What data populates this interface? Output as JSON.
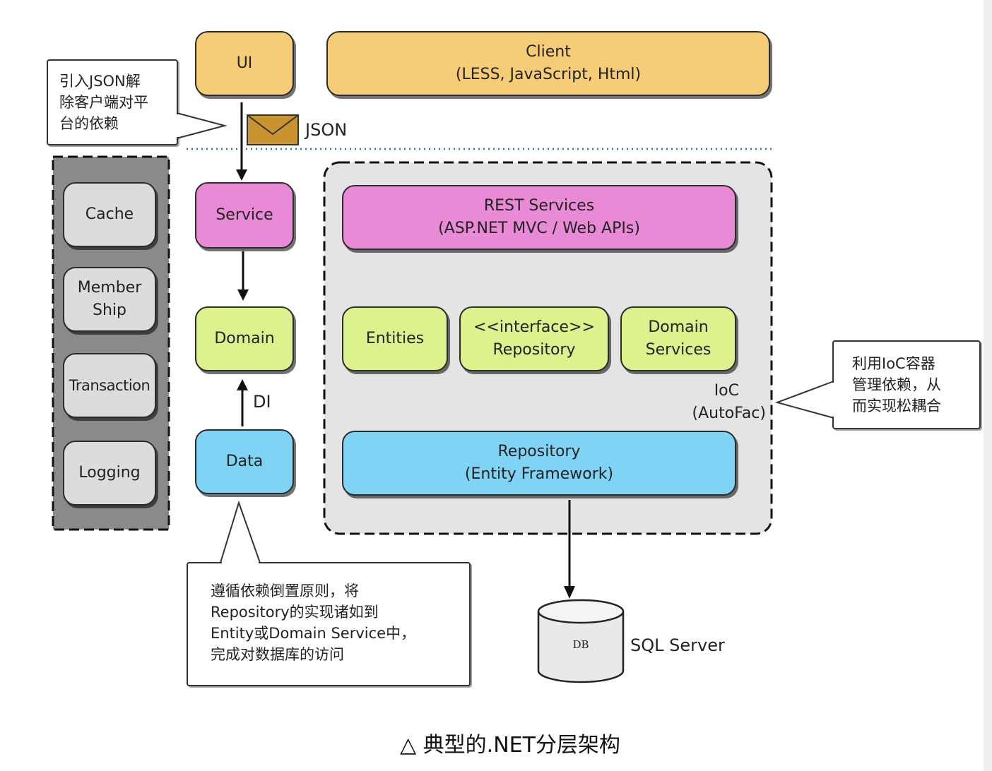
{
  "layers": {
    "ui": "UI",
    "client_line1": "Client",
    "client_line2": "(LESS, JavaScript, Html)",
    "service": "Service",
    "domain": "Domain",
    "data": "Data",
    "json_label": "JSON",
    "di_label": "DI"
  },
  "cross_cutting": [
    "Cache",
    "Member Ship",
    "Transaction",
    "Logging"
  ],
  "ioc_container": {
    "rest_line1": "REST Services",
    "rest_line2": "(ASP.NET MVC / Web APIs)",
    "entities": "Entities",
    "repo_iface_line1": "<<interface>>",
    "repo_iface_line2": "Repository",
    "domain_services_line1": "Domain",
    "domain_services_line2": "Services",
    "repo_impl_line1": "Repository",
    "repo_impl_line2": "(Entity Framework)",
    "ioc_line1": "IoC",
    "ioc_line2": "(AutoFac)"
  },
  "database": {
    "db_label": "DB",
    "name": "SQL Server"
  },
  "callouts": {
    "json": [
      "引入JSON解",
      "除客户端对平",
      "台的依赖"
    ],
    "ioc": [
      "利用IoC容器",
      "管理依赖，从",
      "而实现松耦合"
    ],
    "repository": [
      "遵循依赖倒置原则，将",
      "Repository的实现诸如到",
      "Entity或Domain Service中，",
      "完成对数据库的访问"
    ]
  },
  "caption": "△ 典型的.NET分层架构"
}
